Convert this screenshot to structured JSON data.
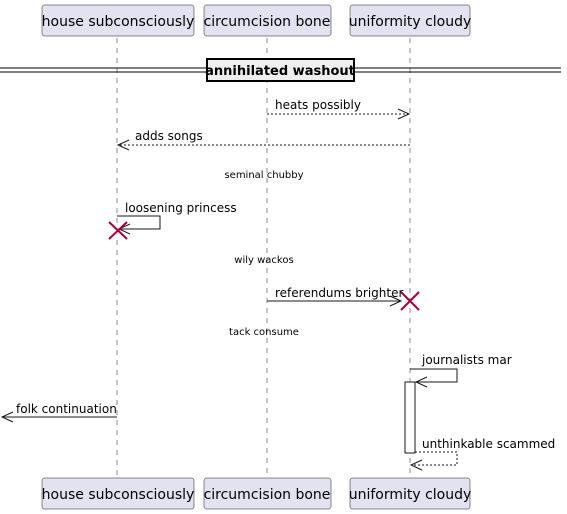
{
  "participants": [
    {
      "name": "house subconsciously"
    },
    {
      "name": "circumcision bone"
    },
    {
      "name": "uniformity cloudy"
    }
  ],
  "divider": {
    "label": "annihilated washout"
  },
  "messages": [
    {
      "label": "heats possibly",
      "from": "circumcision bone",
      "to": "uniformity cloudy",
      "style": "dashed"
    },
    {
      "label": "adds songs",
      "from": "uniformity cloudy",
      "to": "house subconsciously",
      "style": "dashed"
    },
    {
      "label": "loosening princess",
      "from": "house subconsciously",
      "to": "house subconsciously",
      "style": "solid"
    },
    {
      "label": "referendums brighter",
      "from": "circumcision bone",
      "to": "uniformity cloudy",
      "style": "solid"
    },
    {
      "label": "journalists mar",
      "from": "uniformity cloudy",
      "to": "uniformity cloudy",
      "style": "solid"
    },
    {
      "label": "folk continuation",
      "from": "house subconsciously",
      "to": "outside-left",
      "style": "solid"
    },
    {
      "label": "unthinkable scammed",
      "from": "uniformity cloudy",
      "to": "uniformity cloudy",
      "style": "dashed"
    }
  ],
  "delays": [
    {
      "label": "seminal chubby"
    },
    {
      "label": "wily wackos"
    },
    {
      "label": "tack consume"
    }
  ],
  "colors": {
    "participant_fill": "#e2e2f0",
    "line": "#181818",
    "destroy": "#a80036",
    "divider_fill": "#eeeeee"
  }
}
